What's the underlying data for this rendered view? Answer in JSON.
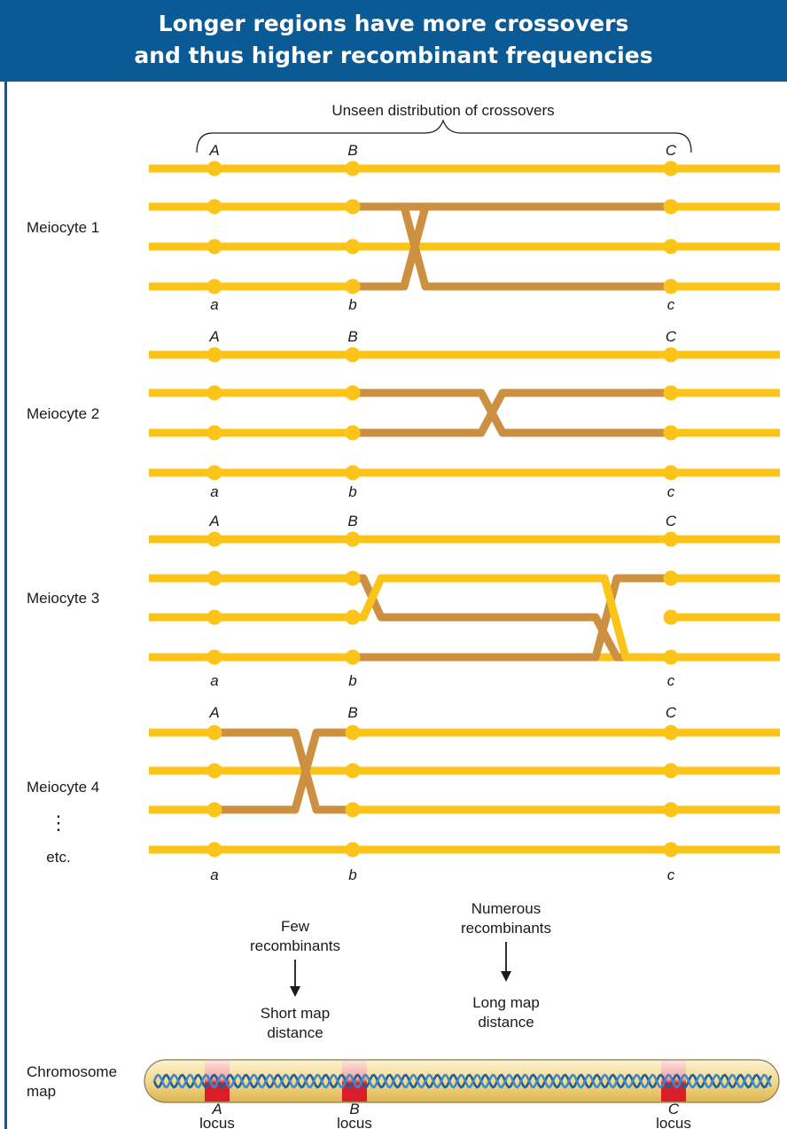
{
  "title_line1": "Longer regions have more crossovers",
  "title_line2": "and thus higher recombinant frequencies",
  "brace_label": "Unseen distribution of crossovers",
  "loci_upper": [
    "A",
    "B",
    "C"
  ],
  "loci_lower": [
    "a",
    "b",
    "c"
  ],
  "meiocytes": [
    "Meiocyte 1",
    "Meiocyte 2",
    "Meiocyte 3",
    "Meiocyte 4"
  ],
  "ellipsis": "⋮",
  "etc": "etc.",
  "few": {
    "line1": "Few",
    "line2": "recombinants"
  },
  "short": {
    "line1": "Short map",
    "line2": "distance"
  },
  "numerous": {
    "line1": "Numerous",
    "line2": "recombinants"
  },
  "long": {
    "line1": "Long map",
    "line2": "distance"
  },
  "chrom_label": {
    "line1": "Chromosome",
    "line2": "map"
  },
  "locus_word": "locus",
  "colors": {
    "header": "#0a5a96",
    "yellow": "#fcc419",
    "brown": "#cc9040",
    "locus": "#d91e2a"
  }
}
